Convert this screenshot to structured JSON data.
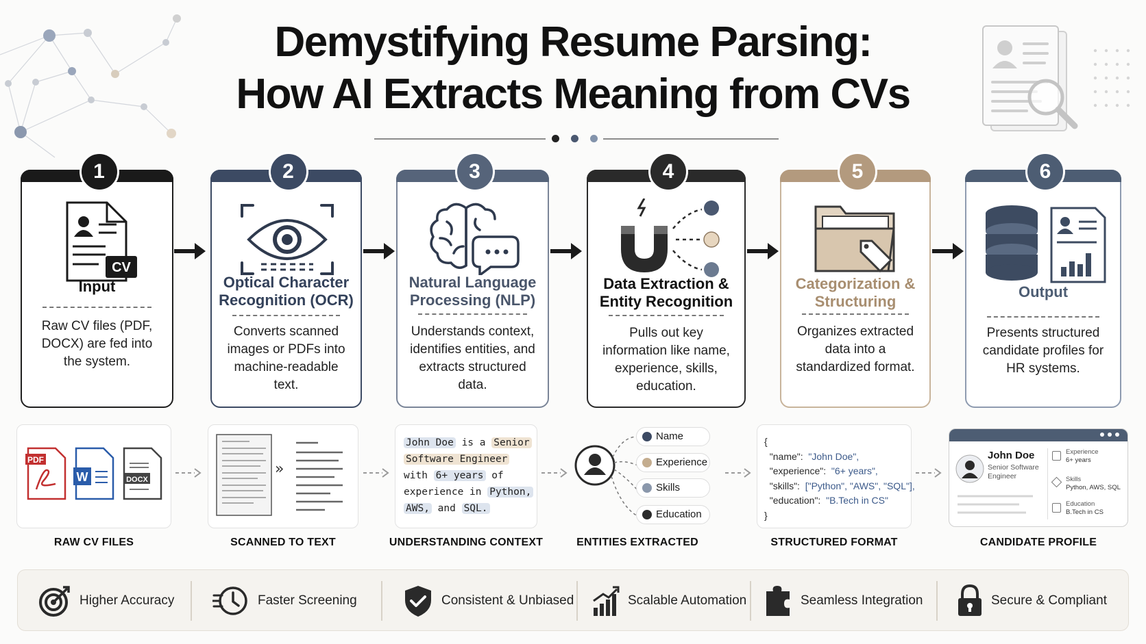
{
  "title": {
    "line1": "Demystifying Resume Parsing:",
    "line2": "How AI Extracts Meaning from CVs"
  },
  "colors": {
    "black": "#1a1a1a",
    "navy": "#3c4a63",
    "slate": "#56647a",
    "dark": "#2a2a2a",
    "tan": "#b39a7e",
    "steel": "#4d5d73"
  },
  "steps": [
    {
      "num": "1",
      "title": "Input",
      "desc": "Raw CV files (PDF, DOCX) are fed into the system.",
      "icon": "cv-document-icon",
      "badge_text": "CV"
    },
    {
      "num": "2",
      "title": "Optical Character Recognition (OCR)",
      "desc": "Converts scanned images or PDFs into machine-readable text.",
      "icon": "eye-scan-icon"
    },
    {
      "num": "3",
      "title": "Natural Language Processing (NLP)",
      "desc": "Understands context, identifies entities, and extracts structured data.",
      "icon": "brain-chat-icon"
    },
    {
      "num": "4",
      "title": "Data Extraction & Entity Recognition",
      "desc": "Pulls out key information like name, experience, skills, education.",
      "icon": "magnet-icon"
    },
    {
      "num": "5",
      "title": "Categorization & Structuring",
      "desc": "Organizes extracted data into a standardized format.",
      "icon": "folder-tag-icon"
    },
    {
      "num": "6",
      "title": "Output",
      "desc": "Presents structured candidate profiles for HR systems.",
      "icon": "database-profile-icon"
    }
  ],
  "panels": [
    {
      "label": "RAW CV FILES",
      "files": [
        "PDF",
        "W",
        "DOCX"
      ]
    },
    {
      "label": "SCANNED TO TEXT",
      "arrow": "»"
    },
    {
      "label": "UNDERSTANDING CONTEXT",
      "lines": [
        [
          {
            "t": "John Doe",
            "h": "blue"
          },
          {
            "t": " is a "
          },
          {
            "t": "Senior",
            "h": "tan"
          }
        ],
        [
          {
            "t": "Software Engineer",
            "h": "tan"
          }
        ],
        [
          {
            "t": "with "
          },
          {
            "t": "6+ years",
            "h": "blue"
          },
          {
            "t": " of"
          }
        ],
        [
          {
            "t": "experience in "
          },
          {
            "t": "Python,",
            "h": "blue"
          }
        ],
        [
          {
            "t": "AWS,",
            "h": "blue"
          },
          {
            "t": " and "
          },
          {
            "t": "SQL.",
            "h": "blue"
          }
        ]
      ]
    },
    {
      "label": "ENTITIES EXTRACTED",
      "entities": [
        "Name",
        "Experience",
        "Skills",
        "Education"
      ]
    },
    {
      "label": "STRUCTURED FORMAT",
      "json_lines": [
        {
          "k": "",
          "v": "{"
        },
        {
          "k": "\"name\":",
          "v": "\"John Doe\","
        },
        {
          "k": "\"experience\":",
          "v": "\"6+ years\","
        },
        {
          "k": "\"skills\":",
          "v": "[\"Python\", \"AWS\", \"SQL\"],"
        },
        {
          "k": "\"education\":",
          "v": "\"B.Tech in CS\""
        },
        {
          "k": "",
          "v": "}"
        }
      ]
    },
    {
      "label": "CANDIDATE PROFILE",
      "name": "John Doe",
      "role": "Senior Software Engineer",
      "fields": [
        {
          "k": "Experience",
          "v": "6+ years"
        },
        {
          "k": "Skills",
          "v": "Python, AWS, SQL"
        },
        {
          "k": "Education",
          "v": "B.Tech in CS"
        }
      ]
    }
  ],
  "benefits": [
    "Higher Accuracy",
    "Faster Screening",
    "Consistent & Unbiased",
    "Scalable Automation",
    "Seamless Integration",
    "Secure & Compliant"
  ]
}
